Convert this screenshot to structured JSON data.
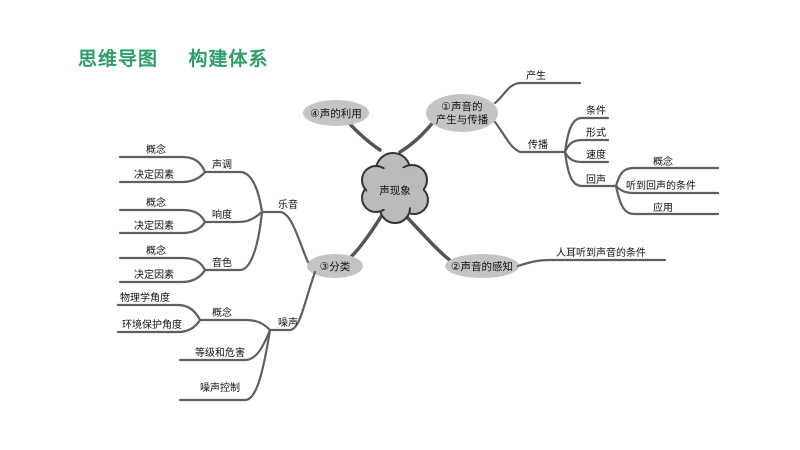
{
  "title": "思维导图    构建体系",
  "center": "声现象",
  "nodes": {
    "n1_line1": "①声音的",
    "n1_line2": "产生与传播",
    "n2": "②声音的感知",
    "n3": "③分类",
    "n4": "④声的利用"
  },
  "propagation": {
    "produce": "产生",
    "spread": "传播",
    "condition": "条件",
    "form": "形式",
    "speed": "速度",
    "echo": "回声",
    "echo_concept": "概念",
    "echo_condition": "听到回声的条件",
    "echo_use": "应用"
  },
  "perception": {
    "condition": "人耳听到声音的条件"
  },
  "classification": {
    "musical": "乐音",
    "pitch": "声调",
    "pitch_concept": "概念",
    "pitch_factor": "决定因素",
    "loudness": "响度",
    "loudness_concept": "概念",
    "loudness_factor": "决定因素",
    "timbre": "音色",
    "timbre_concept": "概念",
    "timbre_factor": "决定因素",
    "noise": "噪声",
    "noise_concept": "概念",
    "physics_view": "物理学角度",
    "env_view": "环境保护角度",
    "level_hazard": "等级和危害",
    "noise_control": "噪声控制"
  }
}
